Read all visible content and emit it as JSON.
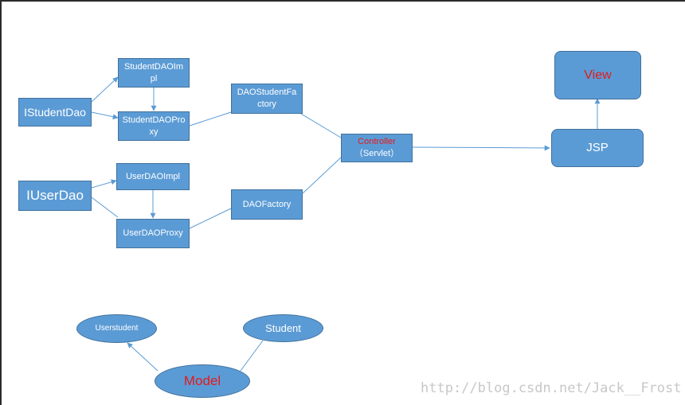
{
  "nodes": {
    "istudentdao": "IStudentDao",
    "studentdaoimpl": "StudentDAOImpl",
    "studentdaoproxy": "StudentDAOProxy",
    "iuserdao": "IUserDao",
    "userdaoimpl": "UserDAOImpl",
    "userdaoproxy": "UserDAOProxy",
    "daostudentfactory": "DAOStudentFactory",
    "daofactory": "DAOFactory",
    "controller": "Controller",
    "servlet": "（Servlet）",
    "jsp": "JSP",
    "view": "View",
    "userstudent": "Userstudent",
    "student": "Student",
    "model": "Model"
  },
  "colors": {
    "node_fill": "#5b9bd5",
    "node_border": "#41719c",
    "edge": "#5b9bd5",
    "accent_text": "#e41a1c"
  },
  "watermark": "http://blog.csdn.net/Jack__Frost"
}
